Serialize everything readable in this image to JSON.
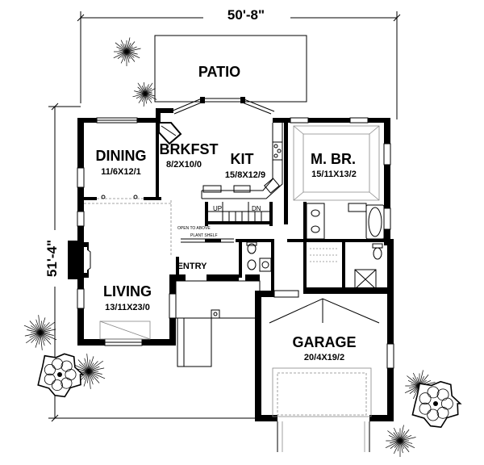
{
  "dimensions": {
    "width": "50'-8\"",
    "depth": "51'-4\""
  },
  "rooms": {
    "patio": {
      "name": "PATIO"
    },
    "dining": {
      "name": "DINING",
      "size": "11/6X12/1"
    },
    "breakfast": {
      "name": "BRKFST",
      "size": "8/2X10/0"
    },
    "kitchen": {
      "name": "KIT",
      "size": "15/8X12/9"
    },
    "master_bedroom": {
      "name": "M. BR.",
      "size": "15/11X13/2"
    },
    "living": {
      "name": "LIVING",
      "size": "13/11X23/0"
    },
    "entry": {
      "name": "ENTRY"
    },
    "garage": {
      "name": "GARAGE",
      "size": "20/4X19/2"
    }
  },
  "stairs": {
    "up": "UP",
    "down": "DN"
  },
  "notes": {
    "open_to_above": "OPEN TO ABOVE",
    "plant_shelf": "PLANT SHELF"
  },
  "icons": [
    "tree-icon",
    "fireplace-icon",
    "range-icon",
    "sink-icon",
    "tub-icon",
    "toilet-icon"
  ]
}
